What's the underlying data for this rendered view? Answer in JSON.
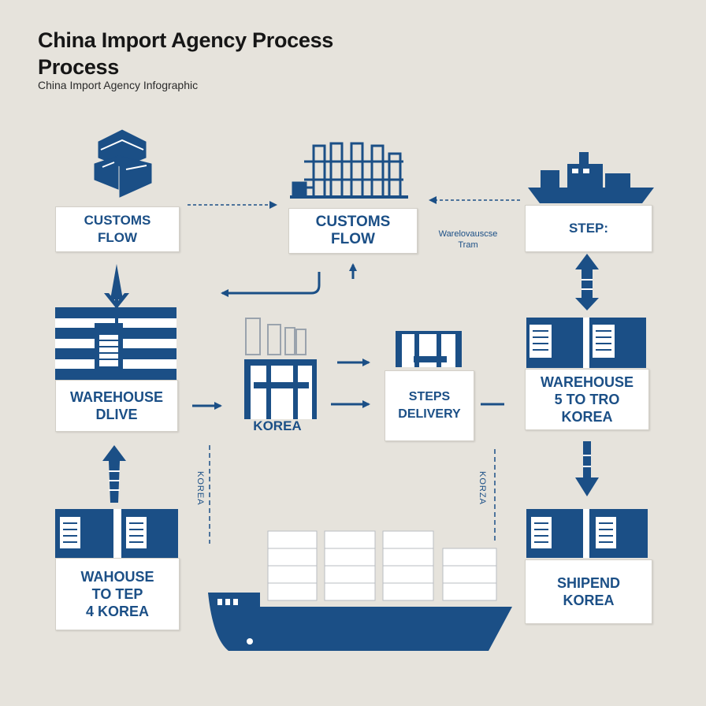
{
  "title_line1": "China Import Agency Process",
  "title_line2": "Process",
  "subtitle": "China Import Agency Infographic",
  "colors": {
    "primary": "#1b4f86",
    "background": "#e6e3dc",
    "box": "#ffffff"
  },
  "boxes": {
    "customs_left": [
      "CUSTOMS",
      "FLOW"
    ],
    "customs_center": [
      "CUSTOMS",
      "FLOW"
    ],
    "step": [
      "STEP:"
    ],
    "warehouse_left": [
      "WAREHOUSE",
      "DLIVE"
    ],
    "korea_center": [
      "KOREA"
    ],
    "steps_delivery": [
      "STEPS",
      "DELIVERY"
    ],
    "warehouse_right": [
      "WAREHOUSE",
      "5 TO TRO",
      "KOREA"
    ],
    "wahouse_bottom": [
      "WAHOUSE",
      "TO TEP",
      "4 KOREA"
    ],
    "shipend": [
      "SHIPEND",
      "KOREA"
    ]
  },
  "labels": {
    "warehouse_from_line1": "Warelovauscse",
    "warehouse_from_line2": "Tram",
    "vertical_left": "KOREA",
    "vertical_right": "KORZA"
  },
  "icons": [
    "boxes-icon",
    "factory-icon",
    "ship-icon",
    "warehouse-icon",
    "container-ship-icon",
    "arrow-icon"
  ]
}
